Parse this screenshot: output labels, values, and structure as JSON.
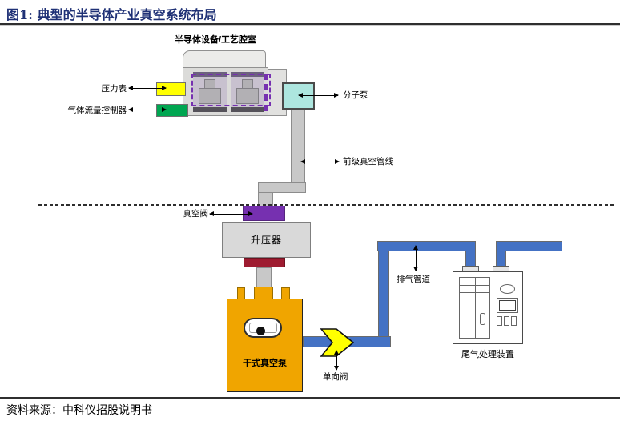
{
  "figure": {
    "title": "图1: 典型的半导体产业真空系统布局",
    "source": "资料来源：中科仪招股说明书"
  },
  "labels": {
    "chamber": "半导体设备/工艺腔室",
    "pressure_gauge": "压力表",
    "gas_flow_controller": "气体流量控制器",
    "molecular_pump": "分子泵",
    "foreline": "前级真空管线",
    "vacuum_valve": "真空阀",
    "booster": "升压器",
    "dry_pump": "干式真空泵",
    "check_valve": "单向阀",
    "exhaust_pipe": "排气管道",
    "tail_gas_unit": "尾气处理装置"
  },
  "colors": {
    "title_navy": "#1F3176",
    "pressure_yellow": "#FFFF00",
    "flow_green": "#00A651",
    "pump_cyan": "#ADE6DF",
    "pipe_gray": "#C8C8C8",
    "valve_purple": "#7630B0",
    "booster_gray": "#D9D9D9",
    "outlet_red": "#9E1B30",
    "pump_orange": "#F0A500",
    "pipe_blue": "#4472C4",
    "check_yellow": "#FFFF00"
  }
}
